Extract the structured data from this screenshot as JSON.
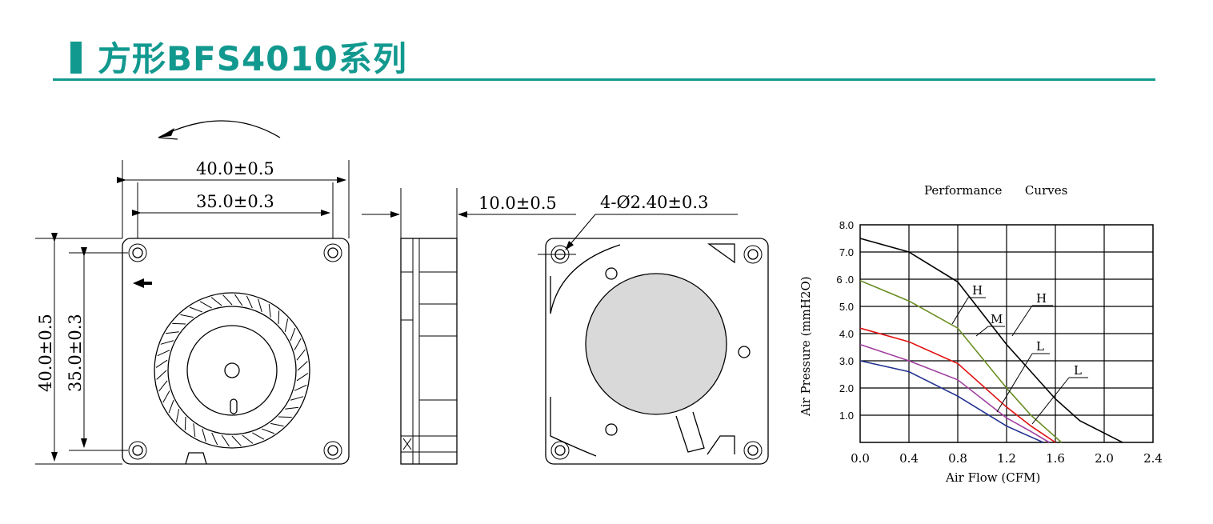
{
  "header": {
    "title": "方形BFS4010系列",
    "accent_color": "#12998f"
  },
  "drawing": {
    "width_outer": "40.0±0.5",
    "width_holes": "35.0±0.3",
    "height_outer": "40.0±0.5",
    "height_holes": "35.0±0.3",
    "thickness": "10.0±0.5",
    "hole_spec": "4-Ø2.40±0.3",
    "rotation_arrow_icon": "curved-arrow-left",
    "airflow_arrow_icon": "arrow-left"
  },
  "chart_data": {
    "type": "line",
    "title": "Performance      Curves",
    "xlabel": "Air Flow (CFM)",
    "ylabel": "Air Pressure (mmH2O)",
    "xlim": [
      0,
      2.4
    ],
    "ylim": [
      0,
      8.0
    ],
    "x_ticks": [
      "0.0",
      "0.4",
      "0.8",
      "1.2",
      "1.6",
      "2.0",
      "2.4"
    ],
    "y_ticks": [
      "1.0",
      "2.0",
      "3.0",
      "4.0",
      "5.0",
      "6 .0",
      "7.0",
      "8.0"
    ],
    "grid": true,
    "series": [
      {
        "name": "H",
        "color": "#000000",
        "points": [
          [
            0,
            7.5
          ],
          [
            0.4,
            7.0
          ],
          [
            0.8,
            5.9
          ],
          [
            1.2,
            3.6
          ],
          [
            1.6,
            1.6
          ],
          [
            1.8,
            0.8
          ],
          [
            2.15,
            0.0
          ]
        ]
      },
      {
        "name": "H",
        "color": "#6b8e23",
        "points": [
          [
            0,
            5.95
          ],
          [
            0.4,
            5.2
          ],
          [
            0.8,
            4.2
          ],
          [
            1.2,
            2.0
          ],
          [
            1.4,
            1.0
          ],
          [
            1.6,
            0.2
          ],
          [
            1.65,
            0.0
          ]
        ]
      },
      {
        "name": "M",
        "color": "#e01010",
        "points": [
          [
            0,
            4.2
          ],
          [
            0.4,
            3.7
          ],
          [
            0.8,
            2.9
          ],
          [
            1.2,
            1.3
          ],
          [
            1.4,
            0.6
          ],
          [
            1.6,
            0.0
          ]
        ]
      },
      {
        "name": "L",
        "color": "#a040a0",
        "points": [
          [
            0,
            3.6
          ],
          [
            0.4,
            3.0
          ],
          [
            0.8,
            2.3
          ],
          [
            1.2,
            0.9
          ],
          [
            1.4,
            0.4
          ],
          [
            1.55,
            0.0
          ]
        ]
      },
      {
        "name": "L",
        "color": "#203090",
        "points": [
          [
            0,
            3.0
          ],
          [
            0.4,
            2.6
          ],
          [
            0.8,
            1.7
          ],
          [
            1.2,
            0.6
          ],
          [
            1.4,
            0.2
          ],
          [
            1.5,
            0.0
          ]
        ]
      }
    ],
    "annotations": [
      "H",
      "H",
      "M",
      "L",
      "L"
    ]
  }
}
